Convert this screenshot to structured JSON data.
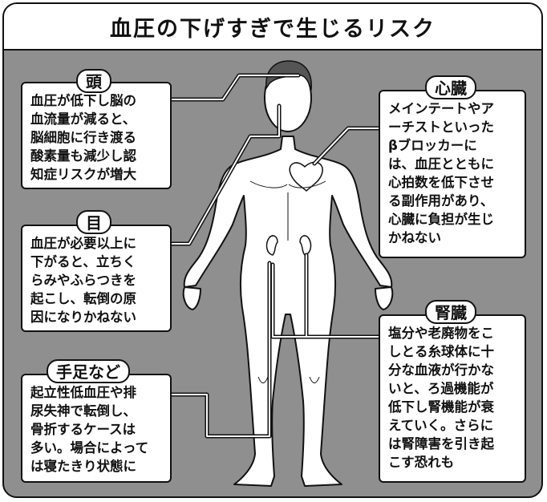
{
  "title": "血圧の下げすぎで生じるリスク",
  "sections": {
    "head": {
      "label": "頭",
      "text": "血圧が低下し脳の\n血流量が減ると、\n脳細胞に行き渡る\n酸素量も減少し認\n知症リスクが増大"
    },
    "eye": {
      "label": "目",
      "text": "血圧が必要以上に\n下がると、立ちく\nらみやふらつきを\n起こし、転倒の原\n因になりかねない"
    },
    "limbs": {
      "label": "手足など",
      "text": "起立性低血圧や排\n尿失神で転倒し、\n骨折するケースは\n多い。場合によって\nは寝たきり状態に"
    },
    "heart": {
      "label": "心臓",
      "text": "メインテートやア\nーチストといった\nβブロッカーに\nは、血圧とともに\n心拍数を低下させ\nる副作用があり、\n心臓に負担が生じ\nかねない"
    },
    "kidney": {
      "label": "腎臓",
      "text": "塩分や老廃物をこ\nしとる糸球体に十\n分な血液が行かな\nいと、ろ過機能が\n低下し腎機能が衰\nえていく。さらに\nは腎障害を引き起\nこす恐れも"
    }
  }
}
